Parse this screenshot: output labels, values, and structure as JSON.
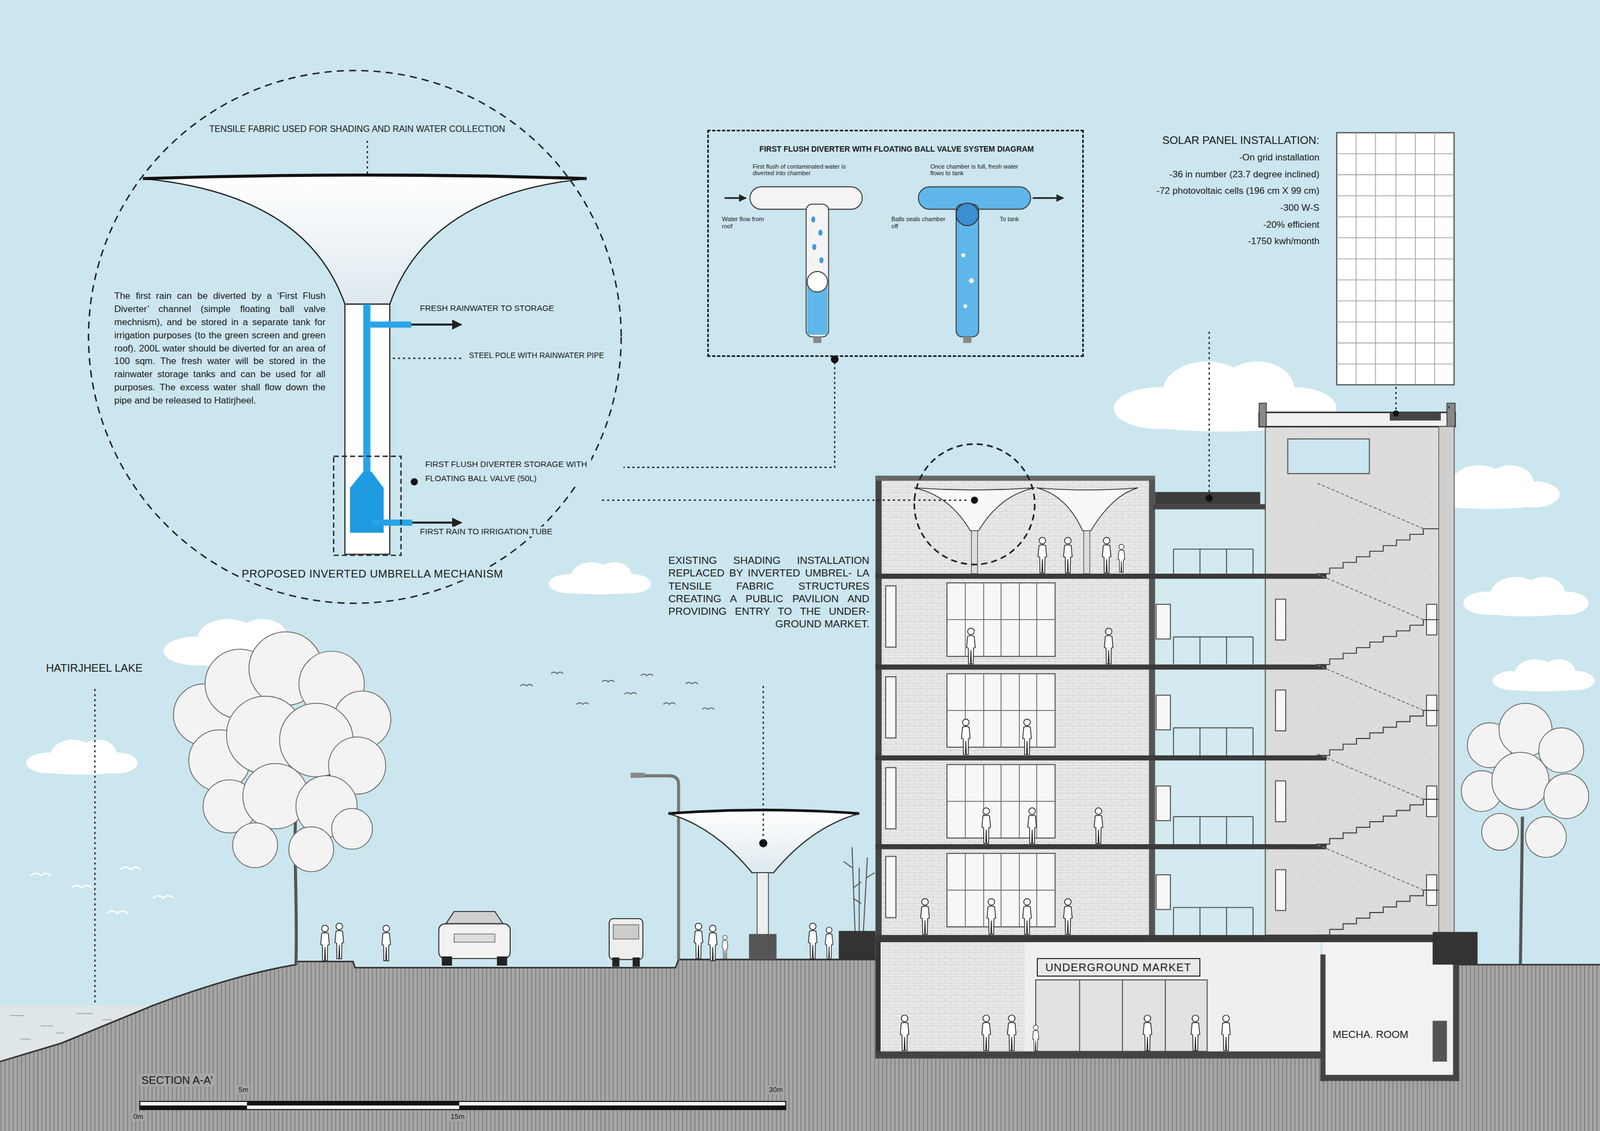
{
  "diagram": {
    "nodes": [
      {
        "text": [
          "TENSILE FABRIC USED FOR SHADING AND RAIN WATER COLLECTION",
          "The first rain can be diverted by a ‘First Flush Diverter’ channel (simple floating ball valve mechnism), and be stored in a separate tank for irrigation purposes (to the green screen and green roof). 200L water should be diverted for an area of 100 sqm. The fresh water will be stored in the rainwater storage tanks and can be used for all purposes. The excess water shall flow down the pipe and be released to Hatirjheel.",
          "FRESH RAINWATER TO STORAGE",
          "STEEL POLE WITH RAINWATER PIPE",
          "FIRST FLUSH DIVERTER STORAGE WITH FLOATING BALL VALVE (50L)",
          "FIRST RAIN TO IRRIGATION TUBE",
          "PROPOSED INVERTED UMBRELLA MECHANISM"
        ]
      },
      {
        "text": [
          "FIRST FLUSH DIVERTER WITH FLOATING BALL VALVE SYSTEM DIAGRAM",
          "First flush of contaminated water is diverted into chamber",
          "Once chamber is full, fresh water flows to tank",
          "Water flow from roof",
          "Balls seals chamber off",
          "To tank"
        ]
      },
      {
        "text": [
          "UNDERGROUND MARKET"
        ]
      }
    ],
    "edges": [
      {
        "from": 1,
        "to": 0,
        "arrow": "none"
      }
    ],
    "labels": [
      "SOLAR PANEL INSTALLATION:",
      "-On grid installation",
      "-36 in number (23.7 degree inclined)",
      "-72 photovoltaic cells (196 cm X 99 cm)",
      "-300 W-S",
      "-20% efficient",
      "-1750 kwh/month",
      "EXISTING SHADING INSTALLATION REPLACED BY INVERTED UMBREL- LA TENSILE FABRIC STRUCTURES CREATING A PUBLIC PAVILION AND PROVIDING ENTRY TO THE UNDER- GROUND MARKET.",
      "HATIRJHEEL LAKE",
      "MECHA. ROOM",
      "SECTION A-A'",
      "0m",
      "5m",
      "15m",
      "30m"
    ]
  }
}
